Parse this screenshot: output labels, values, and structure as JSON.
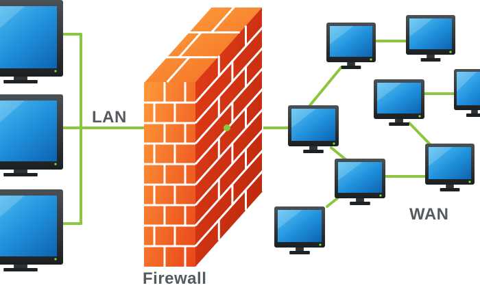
{
  "labels": {
    "lan": "LAN",
    "firewall": "Firewall",
    "wan": "WAN"
  },
  "colors": {
    "link": "#8cc63f",
    "bezel": "#2a2e31",
    "screen": "#1f8fdc",
    "brick": "#e84a1b",
    "brick_highlight": "#f8862c",
    "mortar": "#ffffff",
    "power_led": "#7ddc3a"
  },
  "icons": {
    "monitor": "monitor-icon",
    "firewall": "brick-wall-icon"
  }
}
